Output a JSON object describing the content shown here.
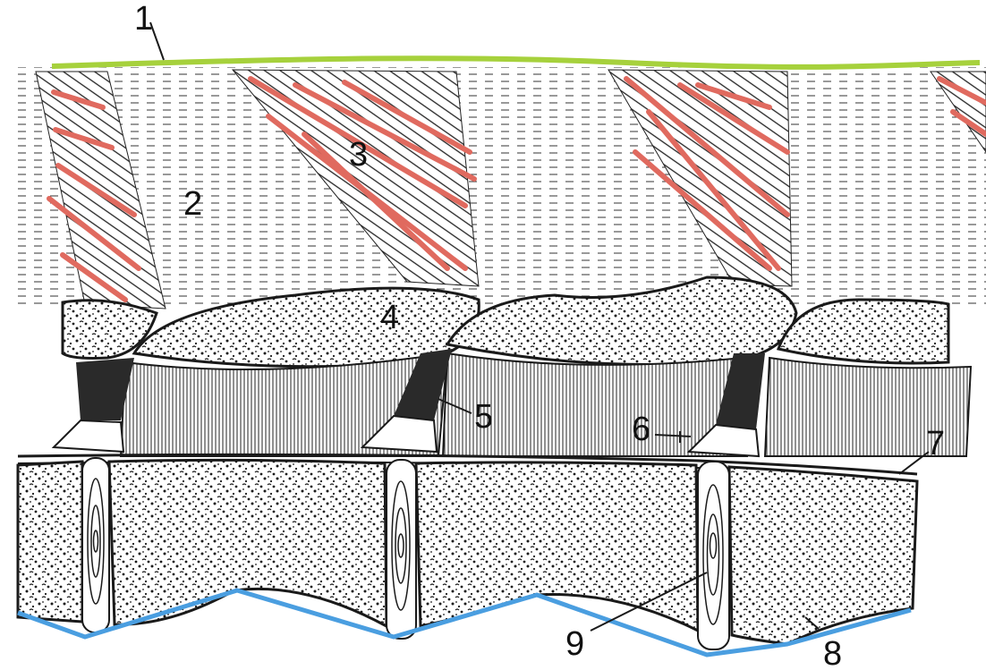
{
  "labels": {
    "l1": "1",
    "l2": "2",
    "l3": "3",
    "l4": "4",
    "l5": "5",
    "l6": "6",
    "l7": "7",
    "l8": "8",
    "l9": "9"
  },
  "colors": {
    "supraspinous_ligament": "#a6d13c",
    "muscle_fibers": "#e06a5f",
    "posterior_longitudinal_outline": "#4a9ee0",
    "ink": "#1a1a1a",
    "paper": "#ffffff"
  }
}
